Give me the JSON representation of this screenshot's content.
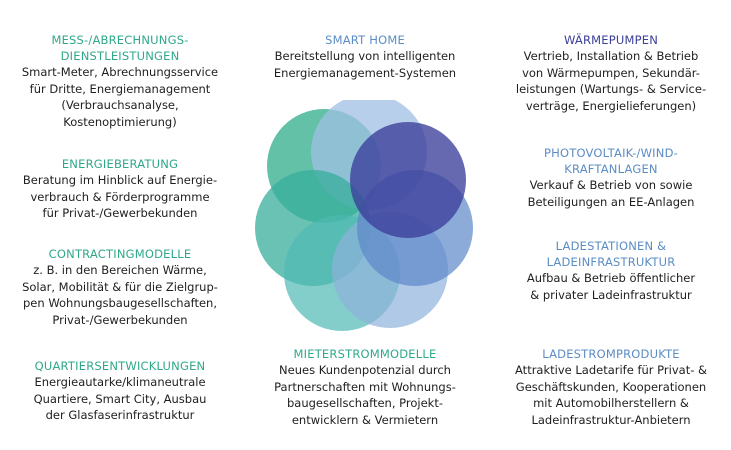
{
  "colors": {
    "teal": "#2fa88a",
    "light_blue": "#5b8cc4",
    "navy": "#3a3f97",
    "text": "#1e1e1e"
  },
  "blocks": {
    "mess": {
      "title": "MESS-/ABRECHNUNGS-\nDIENSTLEISTUNGEN",
      "desc": "Smart-Meter, Abrechnungsservice\nfür Dritte, Energiemanagement\n(Verbrauchsanalyse,\nKostenoptimierung)"
    },
    "energieberatung": {
      "title": "ENERGIEBERATUNG",
      "desc": "Beratung im Hinblick auf Energie-\nverbrauch & Förderprogramme\nfür Privat-/Gewerbekunden"
    },
    "contracting": {
      "title": "CONTRACTINGMODELLE",
      "desc": "z. B. in den Bereichen Wärme,\nSolar, Mobilität & für die Zielgrup-\npen Wohnungsbaugesellschaften,\nPrivat-/Gewerbekunden"
    },
    "quartier": {
      "title": "QUARTIERSENTWICKLUNGEN",
      "desc": "Energieautarke/klimaneutrale\nQuartiere, Smart City, Ausbau\nder Glasfaserinfrastruktur"
    },
    "smarthome": {
      "title": "SMART HOME",
      "desc": "Bereitstellung von intelligenten\nEnergiemanagement-Systemen"
    },
    "mieterstrom": {
      "title": "MIETERSTROMMODELLE",
      "desc": "Neues Kundenpotenzial durch\nPartnerschaften mit Wohnungs-\nbaugesellschaften, Projekt-\nentwicklern & Vermietern"
    },
    "waermepumpen": {
      "title": "WÄRMEPUMPEN",
      "desc": "Vertrieb, Installation & Betrieb\nvon Wärmepumpen, Sekundär-\nleistungen (Wartungs- & Service-\nverträge, Energielieferungen)"
    },
    "photovoltaik": {
      "title": "PHOTOVOLTAIK-/WIND-\nKRAFTANLAGEN",
      "desc": "Verkauf & Betrieb von sowie\nBeteiligungen an EE-Anlagen"
    },
    "ladestationen": {
      "title": "LADESTATIONEN &\nLADEINFRASTRUKTUR",
      "desc": "Aufbau & Betrieb öffentlicher\n& privater Ladeinfrastruktur"
    },
    "ladestrom": {
      "title": "LADESTROMPRODUKTE",
      "desc": "Attraktive Ladetarife für Privat- &\nGeschäftskunden, Kooperationen\nmit Automobilherstellern &\nLadeinfrastruktur-Anbietern"
    }
  }
}
